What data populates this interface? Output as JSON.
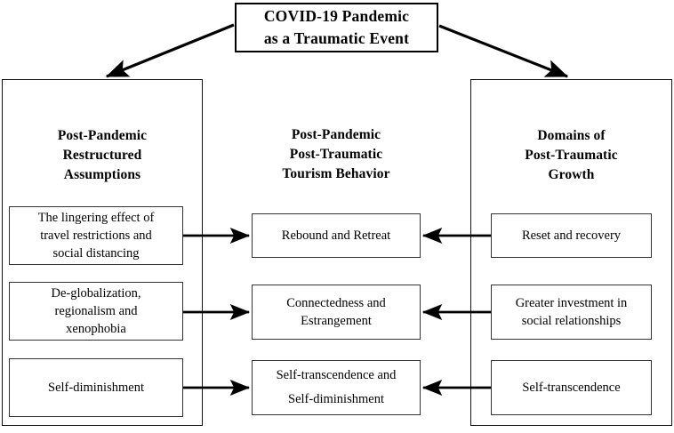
{
  "title_box": {
    "lines": [
      "COVID-19 Pandemic",
      "as a Traumatic Event"
    ]
  },
  "columns": {
    "left": {
      "header_lines": [
        "Post-Pandemic",
        "Restructured",
        "Assumptions"
      ],
      "items": [
        {
          "lines": [
            "The lingering effect of",
            "travel restrictions and",
            "social distancing"
          ]
        },
        {
          "lines": [
            "De-globalization,",
            "regionalism and",
            "xenophobia"
          ]
        },
        {
          "lines": [
            "Self-diminishment"
          ]
        }
      ]
    },
    "middle": {
      "header_lines": [
        "Post-Pandemic",
        "Post-Traumatic",
        "Tourism Behavior"
      ],
      "items": [
        {
          "lines": [
            "Rebound and Retreat"
          ]
        },
        {
          "lines": [
            "Connectedness and",
            "Estrangement"
          ]
        },
        {
          "lines": [
            "Self-transcendence and",
            "Self-diminishment"
          ]
        }
      ]
    },
    "right": {
      "header_lines": [
        "Domains of",
        "Post-Traumatic",
        "Growth"
      ],
      "items": [
        {
          "lines": [
            "Reset and recovery"
          ]
        },
        {
          "lines": [
            "Greater investment in",
            "social relationships"
          ]
        },
        {
          "lines": [
            "Self-transcendence"
          ]
        }
      ]
    }
  },
  "arrows": {
    "top_left_label": "arrow-top-to-left-panel",
    "top_right_label": "arrow-top-to-right-panel",
    "left_to_middle_labels": [
      "arrow-left-item-0-to-middle-item-0",
      "arrow-left-item-1-to-middle-item-1",
      "arrow-left-item-2-to-middle-item-2"
    ],
    "right_to_middle_labels": [
      "arrow-right-item-0-to-middle-item-0",
      "arrow-right-item-1-to-middle-item-1",
      "arrow-right-item-2-to-middle-item-2"
    ]
  },
  "colors": {
    "stroke": "#000000",
    "box_border": "#333333",
    "panel_border": "#111111",
    "background": "#ffffff"
  }
}
